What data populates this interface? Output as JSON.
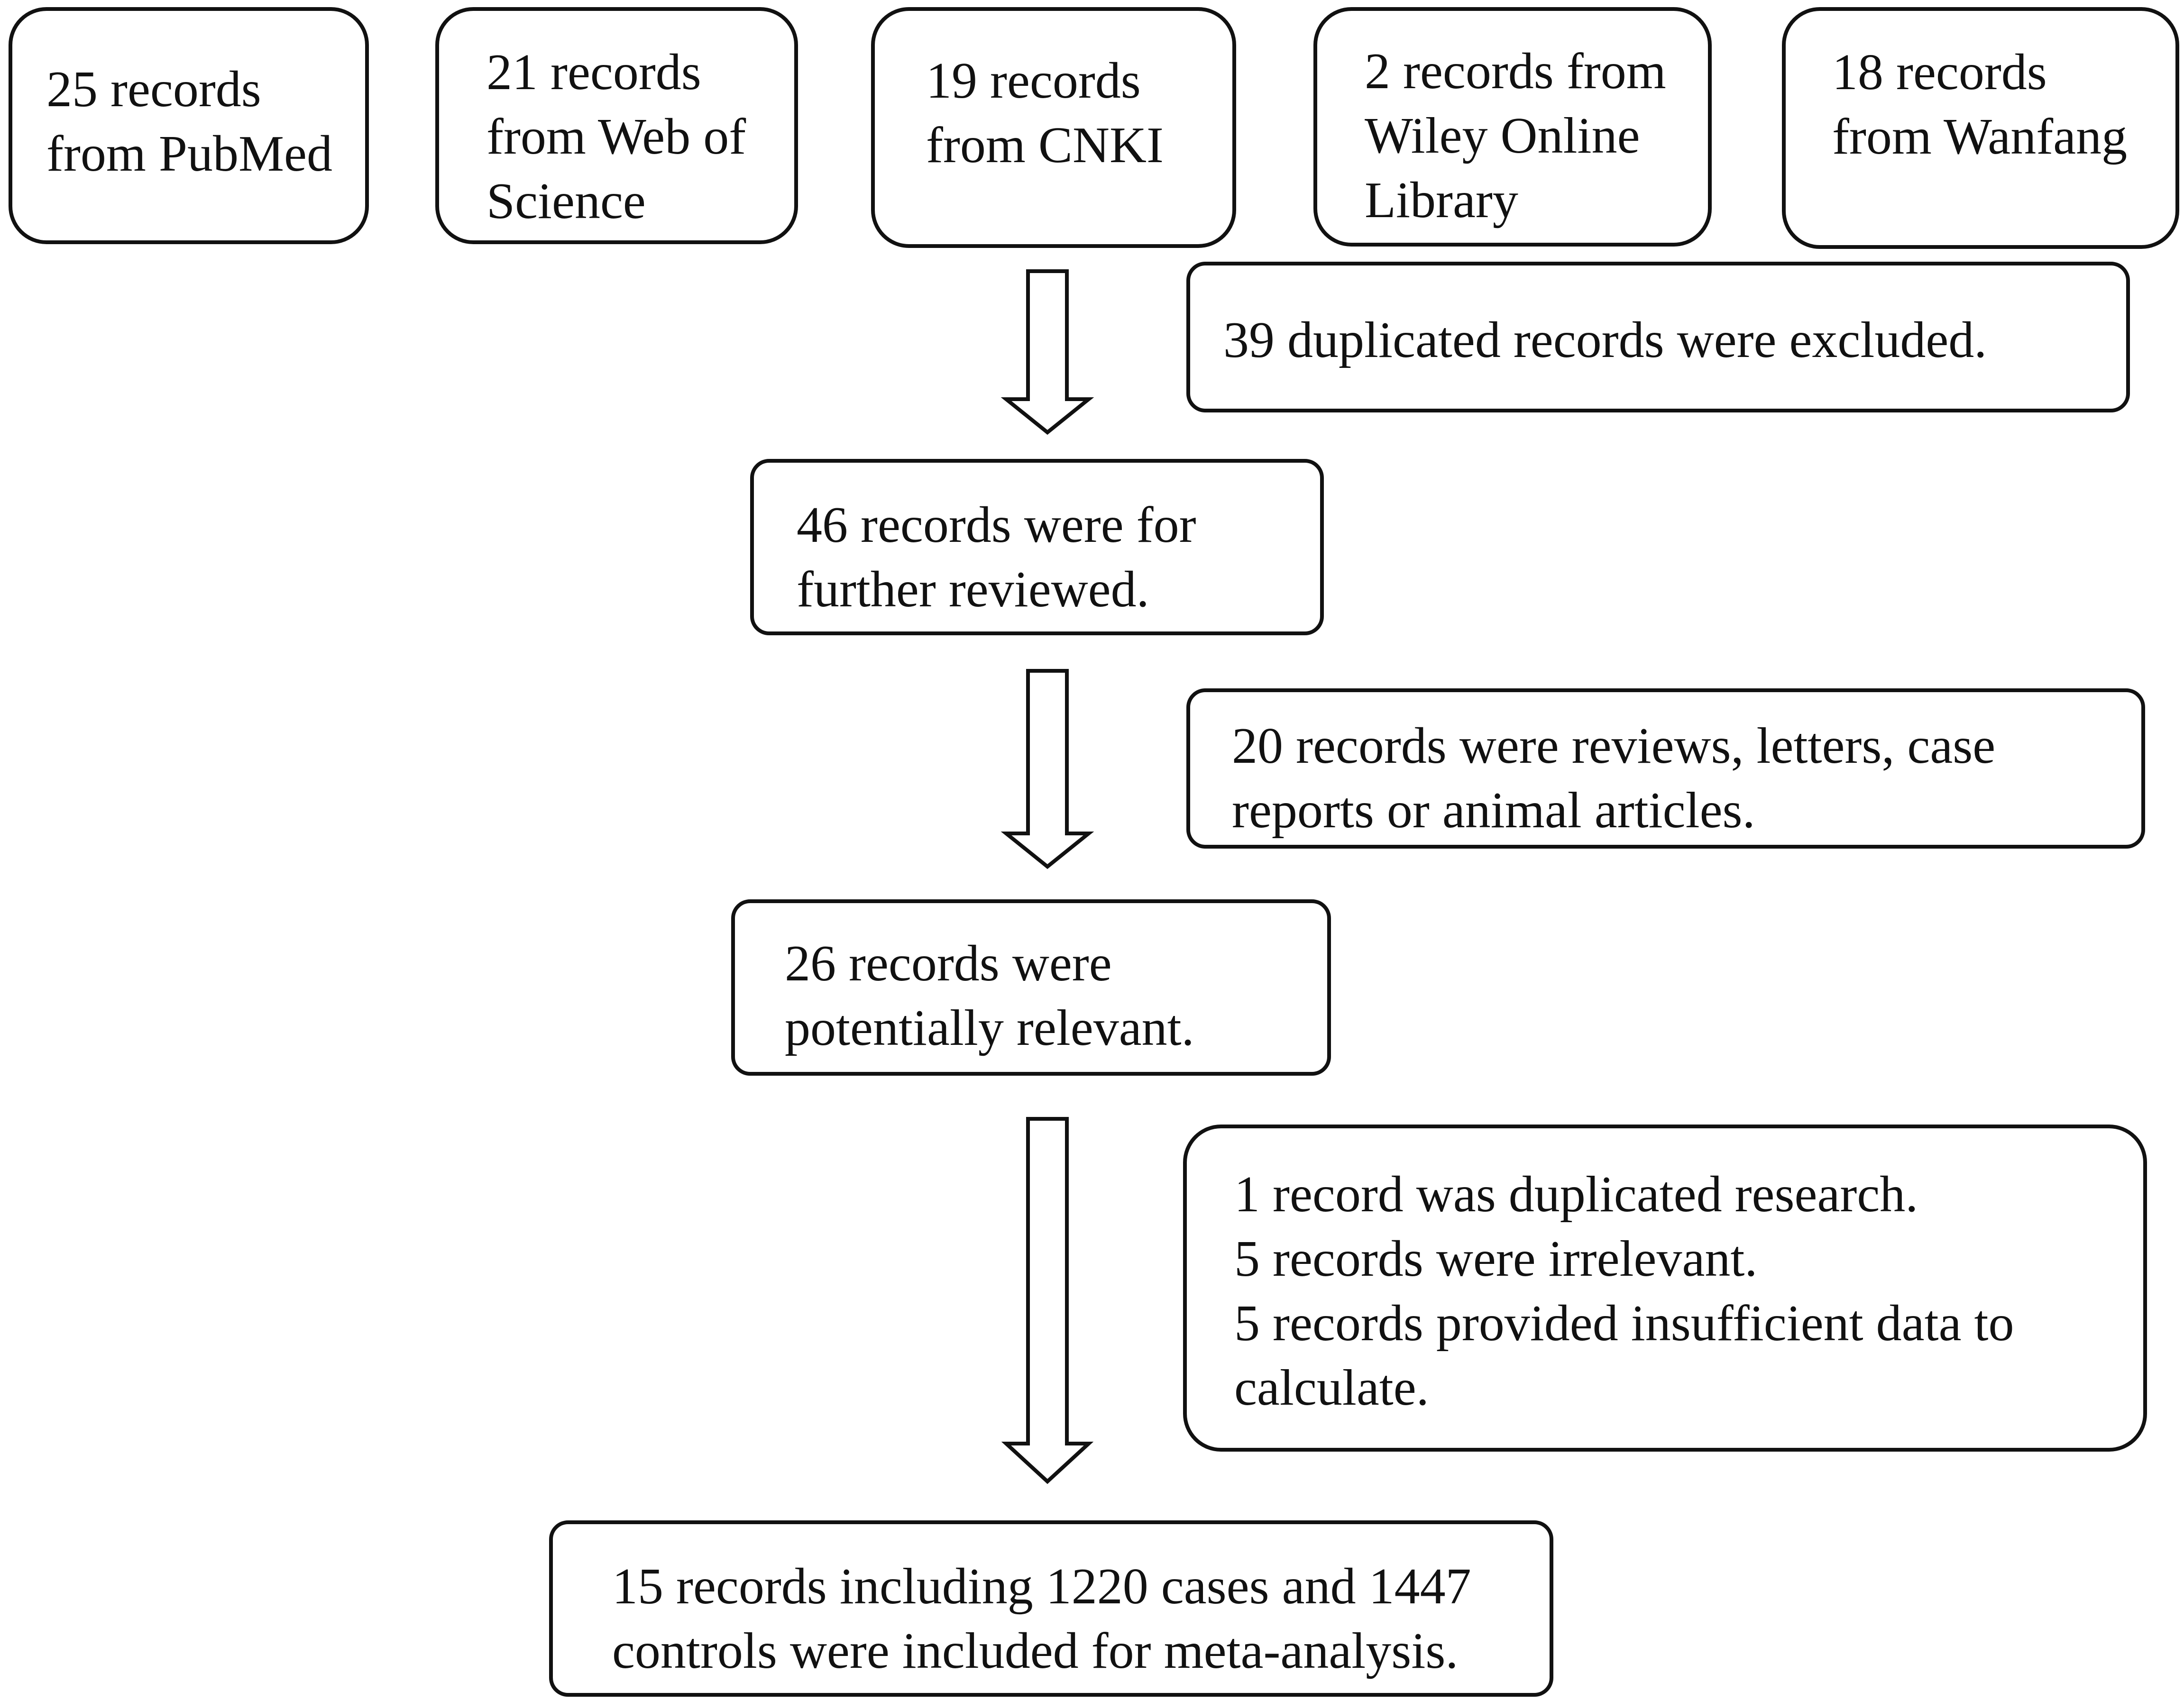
{
  "sources": [
    {
      "lines": [
        "25 records",
        "from PubMed"
      ]
    },
    {
      "lines": [
        "21 records",
        "from Web of",
        "Science"
      ]
    },
    {
      "lines": [
        "19 records",
        "from CNKI"
      ]
    },
    {
      "lines": [
        "2 records from",
        "Wiley Online",
        "Library"
      ]
    },
    {
      "lines": [
        "18 records",
        "from Wanfang"
      ]
    }
  ],
  "exclusions": [
    {
      "lines": [
        "39 duplicated records were excluded."
      ]
    },
    {
      "lines": [
        "20 records were reviews, letters, case",
        "reports or animal articles."
      ]
    },
    {
      "lines": [
        "1 record was duplicated research.",
        "5 records were irrelevant.",
        "5 records provided insufficient data to",
        "calculate."
      ]
    }
  ],
  "steps": [
    {
      "lines": [
        "46 records were for",
        "further reviewed."
      ]
    },
    {
      "lines": [
        "26 records were",
        "potentially relevant."
      ]
    }
  ],
  "final": {
    "lines": [
      "15 records including 1220 cases and 1447",
      "controls were included for meta-analysis."
    ]
  }
}
